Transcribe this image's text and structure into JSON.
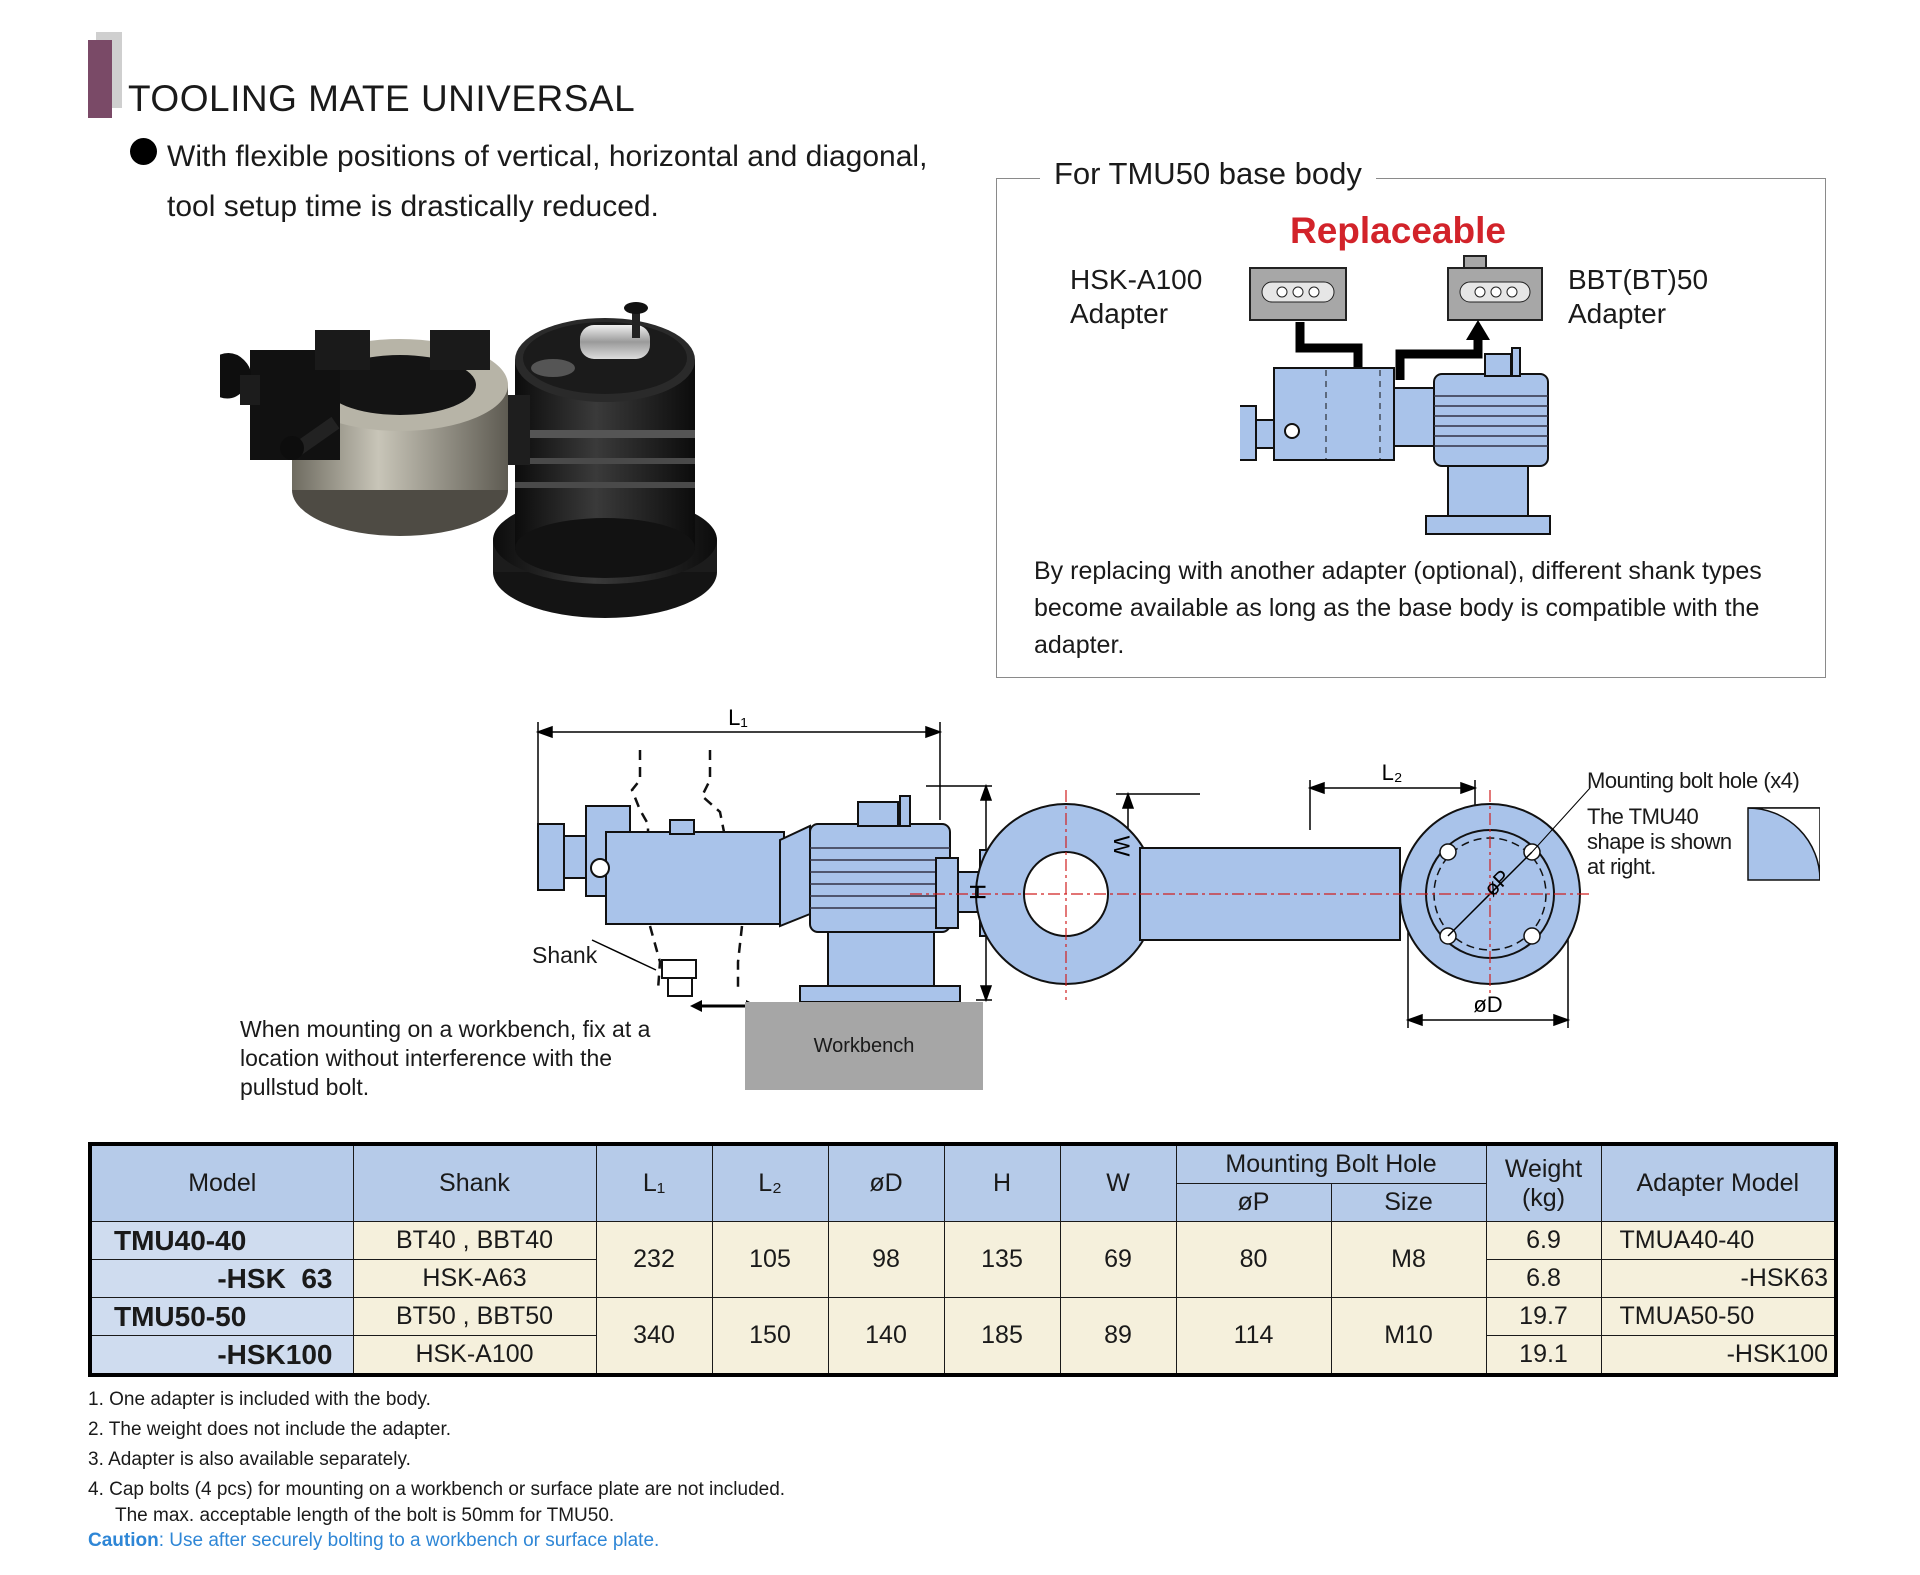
{
  "header": {
    "title": "TOOLING MATE UNIVERSAL",
    "intro_line1": "With flexible positions of vertical, horizontal and diagonal,",
    "intro_line2": "tool setup time is drastically reduced."
  },
  "infobox": {
    "title": "For TMU50 base body",
    "replaceable": "Replaceable",
    "left_adapter_1": "HSK-A100",
    "left_adapter_2": "Adapter",
    "right_adapter_1": "BBT(BT)50",
    "right_adapter_2": "Adapter",
    "text": "By replacing with another adapter (optional), different shank types become available as long as the base body is compatible with the adapter."
  },
  "drawing": {
    "l1": "L₁",
    "l2": "L₂",
    "h": "H",
    "w": "W",
    "od": "øD",
    "op": "øP",
    "shank": "Shank",
    "workbench": "Workbench",
    "mount_note": "When mounting on a workbench, fix at a location without interference with the pullstud bolt.",
    "bolt_title": "Mounting bolt hole (x4)",
    "bolt_desc": "The TMU40 shape is shown at right."
  },
  "table": {
    "headers": {
      "model": "Model",
      "shank": "Shank",
      "l1": "L₁",
      "l2": "L₂",
      "od": "øD",
      "h": "H",
      "w": "W",
      "mbh": "Mounting Bolt Hole",
      "op": "øP",
      "size": "Size",
      "weight": "Weight (kg)",
      "adapter": "Adapter Model"
    },
    "groups": [
      {
        "l1": "232",
        "l2": "105",
        "od": "98",
        "h": "135",
        "w": "69",
        "op": "80",
        "size": "M8",
        "rows": [
          {
            "model": "TMU40-40",
            "shank": "BT40 , BBT40",
            "weight": "6.9",
            "adapter": "TMUA40-40"
          },
          {
            "model": "-HSK  63",
            "shank": "HSK-A63",
            "weight": "6.8",
            "adapter": "-HSK63"
          }
        ]
      },
      {
        "l1": "340",
        "l2": "150",
        "od": "140",
        "h": "185",
        "w": "89",
        "op": "114",
        "size": "M10",
        "rows": [
          {
            "model": "TMU50-50",
            "shank": "BT50 , BBT50",
            "weight": "19.7",
            "adapter": "TMUA50-50"
          },
          {
            "model": "-HSK100",
            "shank": "HSK-A100",
            "weight": "19.1",
            "adapter": "-HSK100"
          }
        ]
      }
    ]
  },
  "notes": [
    "1. One adapter is included with the body.",
    "2. The weight does not include the adapter.",
    "3. Adapter is also available separately.",
    "4. Cap bolts (4 pcs) for mounting on a workbench or surface plate are not included."
  ],
  "note4_cont": "The max. acceptable length of the bolt is 50mm for TMU50.",
  "caution": {
    "label": "Caution",
    "text": ": Use after securely bolting to a workbench or surface plate."
  },
  "colors": {
    "accent_bar": "#7a4a67",
    "replaceable": "#d2232a",
    "table_header": "#b6cbe9",
    "table_model": "#cfdcef",
    "table_body": "#f5f0dc",
    "drawing_blue": "#a9c3ea",
    "caution": "#2e86d6"
  }
}
